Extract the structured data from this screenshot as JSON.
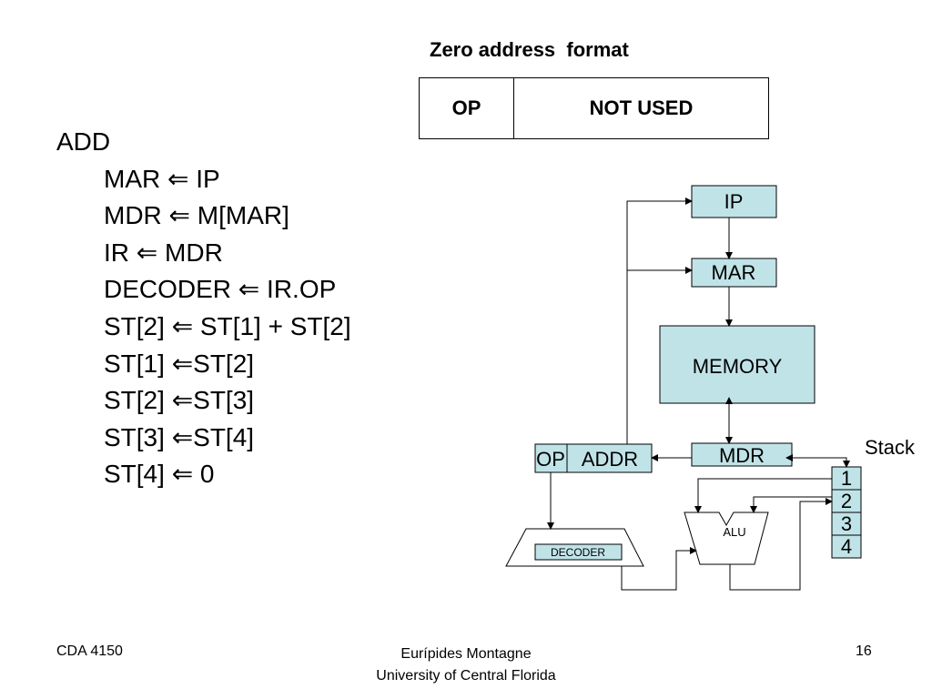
{
  "format": {
    "title": "Zero address  format",
    "op": "OP",
    "not_used": "NOT USED"
  },
  "microcode": {
    "instruction": "ADD",
    "steps": [
      "MAR ⇐ IP",
      "MDR ⇐ M[MAR]",
      "IR ⇐ MDR",
      "DECODER ⇐ IR.OP",
      "ST[2] ⇐ ST[1] + ST[2]",
      "ST[1] ⇐ST[2]",
      "ST[2] ⇐ST[3]",
      "ST[3] ⇐ST[4]",
      "ST[4] ⇐ 0"
    ]
  },
  "diagram": {
    "ip": "IP",
    "mar": "MAR",
    "memory": "MEMORY",
    "mdr": "MDR",
    "ir_op": "OP",
    "ir_addr": "ADDR",
    "decoder": "DECODER",
    "alu": "ALU",
    "stack_label": "Stack",
    "stack_cells": [
      "1",
      "2",
      "3",
      "4"
    ],
    "register_fill": "#c0e3e8"
  },
  "footer": {
    "left": "CDA 4150",
    "center_line1": "Eurípides Montagne",
    "center_line2": "University of Central Florida",
    "page": "16"
  }
}
